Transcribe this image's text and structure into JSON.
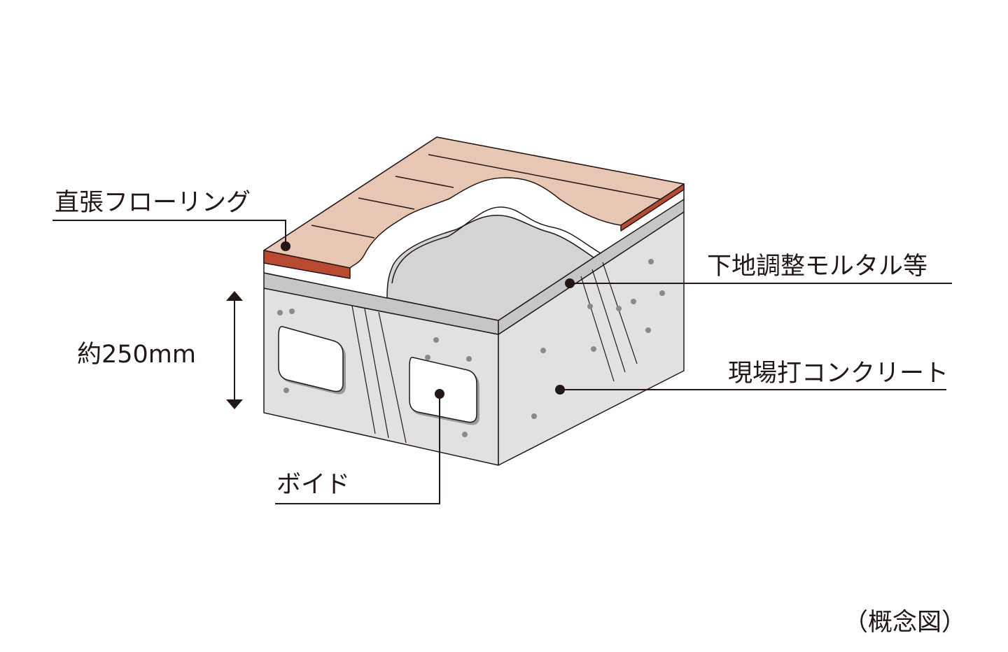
{
  "labels": {
    "flooring": "直張フローリング",
    "mortar": "下地調整モルタル等",
    "concrete": "現場打コンクリート",
    "void": "ボイド",
    "thickness": "約250mm",
    "caption": "（概念図）"
  },
  "colors": {
    "flooring_top": "#e7c6b3",
    "flooring_edge": "#b94a32",
    "mortar": "#c6c6c6",
    "exposed": "#d4d4d4",
    "concrete": "#e1e1e1",
    "aggregate": "#8a8a8a",
    "line": "#231815"
  }
}
